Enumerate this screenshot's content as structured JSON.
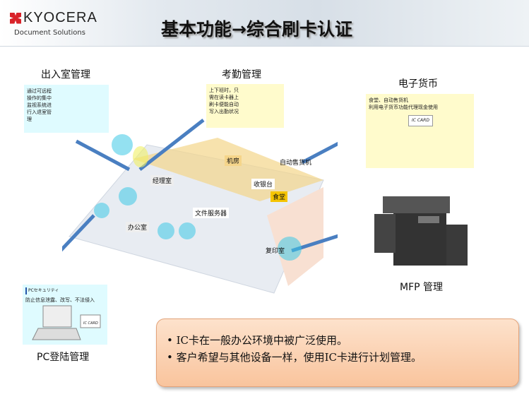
{
  "header": {
    "logo_name": "KYOCERA",
    "logo_sub": "Document Solutions",
    "title": "基本功能→综合刷卡认证"
  },
  "sections": {
    "entry": {
      "label": "出入室管理",
      "desc": "通过可远程操作的集中监视系统进行入退室管理"
    },
    "attendance": {
      "label": "考勤管理",
      "desc": "上下班时，只需在读卡器上刷卡便能自动写入出勤状况"
    },
    "emoney": {
      "label": "电子货币",
      "desc1": "食堂、自动售货机",
      "desc2": "利用电子货币功能代理现金使用",
      "card": "IC CARD"
    },
    "pc": {
      "label": "PC登陆管理",
      "tag": "PCセキュリティ",
      "desc": "防止信息泄露、改写、不法侵入",
      "card": "IC CARD"
    },
    "mfp": {
      "label": "MFP 管理"
    }
  },
  "rooms": [
    "经理室",
    "机房",
    "自动售货机",
    "收银台",
    "食堂",
    "办公室",
    "文件服务器",
    "复印室"
  ],
  "bullets": [
    "IC卡在一般办公环境中被广泛使用。",
    "客户希望与其他设备一样，使用IC卡进行计划管理。"
  ]
}
